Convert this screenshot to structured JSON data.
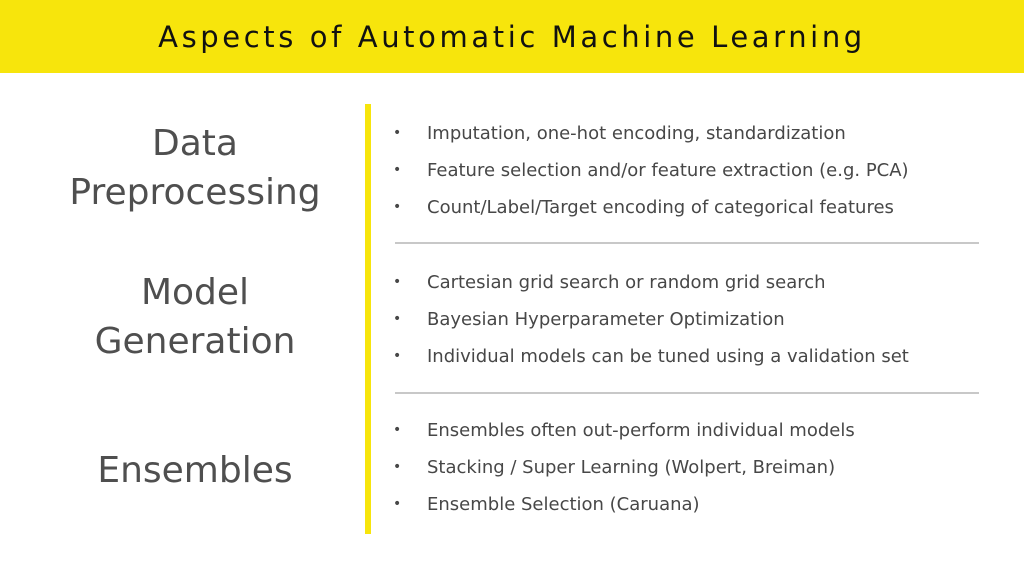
{
  "title": "Aspects of Automatic Machine Learning",
  "bullet_glyph": "•",
  "sections": [
    {
      "label_lines": [
        "Data",
        "Preprocessing"
      ],
      "bullets": [
        "Imputation, one-hot encoding, standardization",
        "Feature selection and/or feature extraction (e.g. PCA)",
        "Count/Label/Target encoding of categorical features"
      ]
    },
    {
      "label_lines": [
        "Model",
        "Generation"
      ],
      "bullets": [
        "Cartesian grid search or random grid search",
        "Bayesian Hyperparameter Optimization",
        "Individual models can be tuned using a validation set"
      ]
    },
    {
      "label_lines": [
        "Ensembles"
      ],
      "bullets": [
        "Ensembles often out-perform individual models",
        "Stacking / Super Learning (Wolpert, Breiman)",
        "Ensemble Selection (Caruana)"
      ]
    }
  ],
  "colors": {
    "header_background": "#f7e50c",
    "divider": "#f7e50c",
    "rule": "#c8c8c8",
    "text": "#4a4a4a"
  }
}
